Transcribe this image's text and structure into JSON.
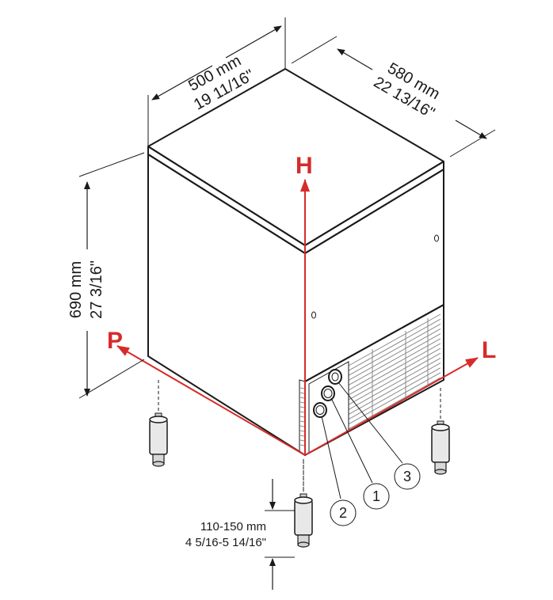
{
  "dimensions": {
    "width": {
      "metric": "500 mm",
      "imperial": "19 11/16\""
    },
    "depth": {
      "metric": "580 mm",
      "imperial": "22 13/16\""
    },
    "height": {
      "metric": "690 mm",
      "imperial": "27 3/16\""
    },
    "feet": {
      "metric": "110-150 mm",
      "imperial": "4 5/16-5 14/16\""
    }
  },
  "axes": {
    "height": "H",
    "left": "P",
    "right": "L"
  },
  "callouts": [
    "1",
    "2",
    "3"
  ],
  "colors": {
    "axis": "#d62b2b",
    "line": "#1a1a1a",
    "top": "#f4f4f4",
    "front": "#f7f7f7",
    "side": "#efefef"
  }
}
